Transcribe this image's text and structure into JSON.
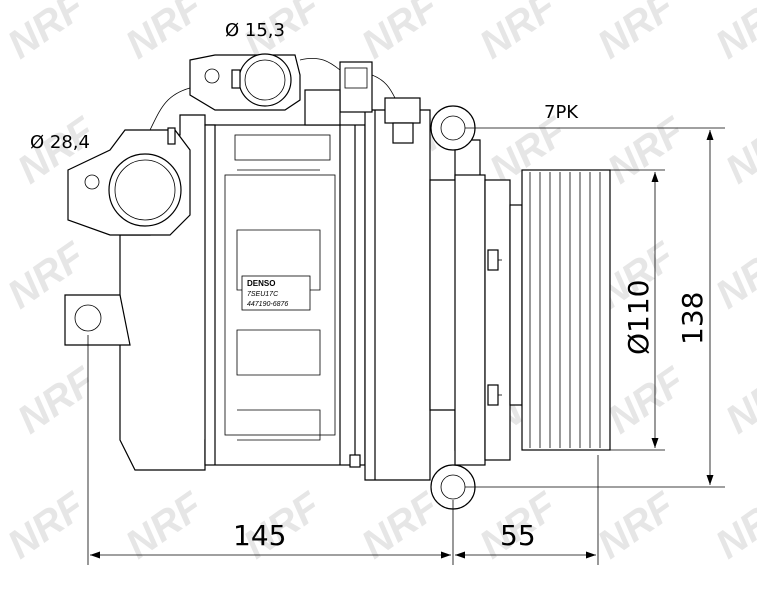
{
  "watermark": {
    "text": "NRF"
  },
  "dimensions": {
    "port_small": "Ø 15,3",
    "port_large": "Ø 28,4",
    "belt": "7PK",
    "pulley_diameter": "Ø110",
    "height": "138",
    "length_body": "145",
    "length_pulley": "55"
  },
  "label": {
    "brand": "DENSO",
    "model": "7SEU17C",
    "part_number": "447190-6876"
  }
}
